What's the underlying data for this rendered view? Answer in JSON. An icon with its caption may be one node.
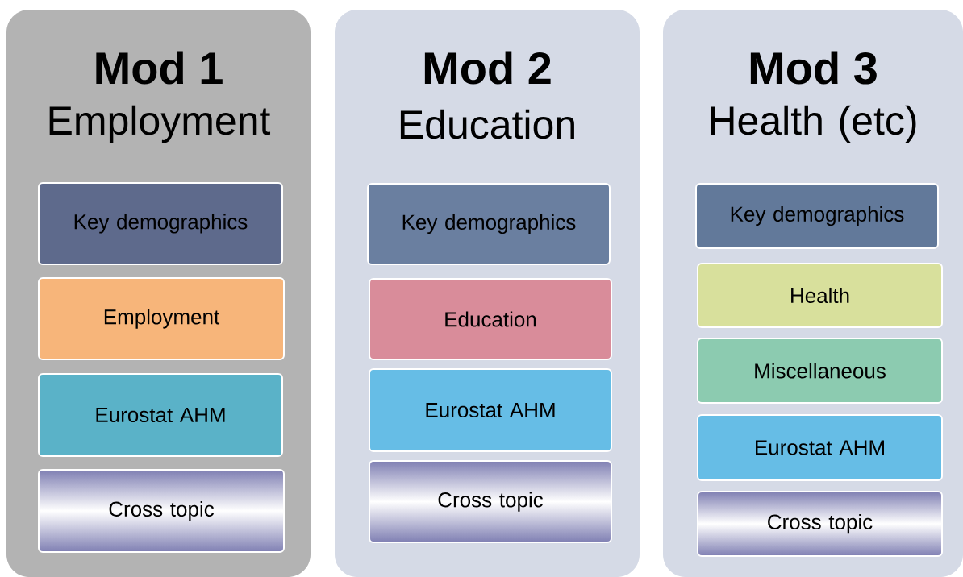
{
  "diagram": {
    "nodes": [
      {
        "text": [
          "Mod 1",
          "Employment"
        ]
      },
      {
        "text": [
          "Key demographics"
        ],
        "in": 0
      },
      {
        "text": [
          "Employment"
        ],
        "in": 0
      },
      {
        "text": [
          "Eurostat AHM"
        ],
        "in": 0
      },
      {
        "text": [
          "Cross topic"
        ],
        "in": 0
      },
      {
        "text": [
          "Mod 2",
          "Education"
        ]
      },
      {
        "text": [
          "Key demographics"
        ],
        "in": 5
      },
      {
        "text": [
          "Education"
        ],
        "in": 5
      },
      {
        "text": [
          "Eurostat AHM"
        ],
        "in": 5
      },
      {
        "text": [
          "Cross topic"
        ],
        "in": 5
      },
      {
        "text": [
          "Mod 3",
          "Health (etc)"
        ]
      },
      {
        "text": [
          "Key demographics"
        ],
        "in": 10
      },
      {
        "text": [
          "Health"
        ],
        "in": 10
      },
      {
        "text": [
          "Miscellaneous"
        ],
        "in": 10
      },
      {
        "text": [
          "Eurostat AHM"
        ],
        "in": 10
      },
      {
        "text": [
          "Cross topic"
        ],
        "in": 10
      }
    ],
    "edges": []
  }
}
